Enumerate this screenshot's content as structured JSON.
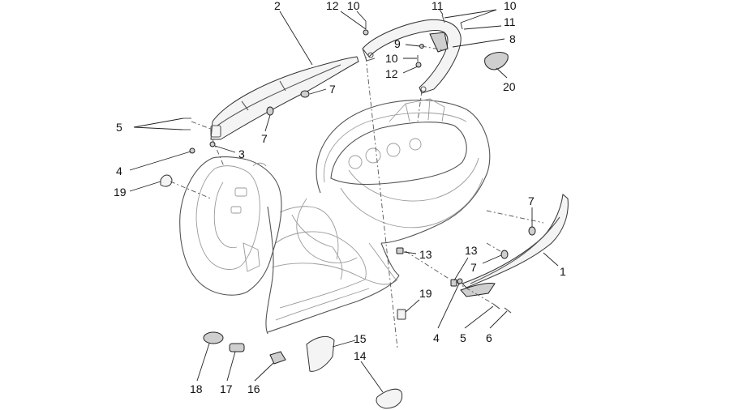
{
  "diagram": {
    "callouts": [
      {
        "id": "c2a",
        "text": "2"
      },
      {
        "id": "c12a",
        "text": "12"
      },
      {
        "id": "c10a",
        "text": "10"
      },
      {
        "id": "c11a",
        "text": "11"
      },
      {
        "id": "c10b",
        "text": "10"
      },
      {
        "id": "c11b",
        "text": "11"
      },
      {
        "id": "c9",
        "text": "9"
      },
      {
        "id": "c8",
        "text": "8"
      },
      {
        "id": "c10c",
        "text": "10"
      },
      {
        "id": "c12b",
        "text": "12"
      },
      {
        "id": "c20",
        "text": "20"
      },
      {
        "id": "c7a",
        "text": "7"
      },
      {
        "id": "c5a",
        "text": "5"
      },
      {
        "id": "c7b",
        "text": "7"
      },
      {
        "id": "c3",
        "text": "3"
      },
      {
        "id": "c4a",
        "text": "4"
      },
      {
        "id": "c19a",
        "text": "19"
      },
      {
        "id": "c7c",
        "text": "7"
      },
      {
        "id": "c13a",
        "text": "13"
      },
      {
        "id": "c13b",
        "text": "13"
      },
      {
        "id": "c7d",
        "text": "7"
      },
      {
        "id": "c1",
        "text": "1"
      },
      {
        "id": "c19b",
        "text": "19"
      },
      {
        "id": "c4b",
        "text": "4"
      },
      {
        "id": "c5b",
        "text": "5"
      },
      {
        "id": "c6",
        "text": "6"
      },
      {
        "id": "c15",
        "text": "15"
      },
      {
        "id": "c14",
        "text": "14"
      },
      {
        "id": "c18",
        "text": "18"
      },
      {
        "id": "c17",
        "text": "17"
      },
      {
        "id": "c16",
        "text": "16"
      }
    ]
  }
}
